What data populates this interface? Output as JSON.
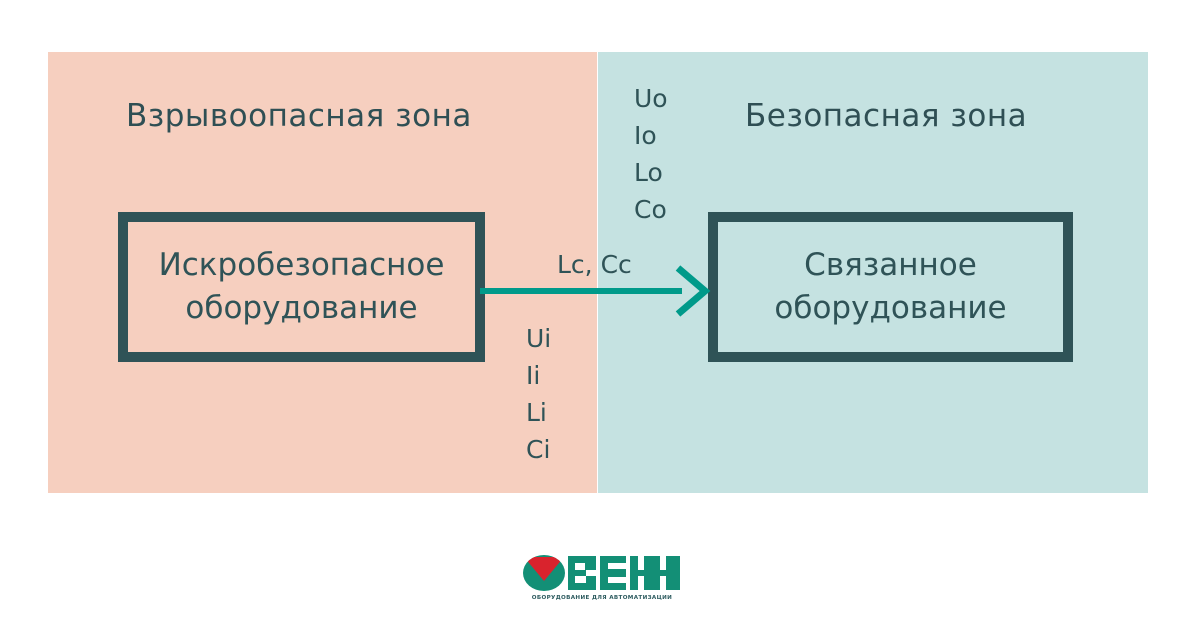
{
  "zones": {
    "hazard": {
      "title": "Взрывоопасная зона"
    },
    "safe": {
      "title": "Безопасная зона"
    }
  },
  "boxes": {
    "intrinsically_safe": {
      "line1": "Искробезопасное",
      "line2": "оборудование"
    },
    "associated": {
      "line1": "Связанное",
      "line2": "оборудование"
    }
  },
  "parameters": {
    "safe": [
      "Uo",
      "Io",
      "Lo",
      "Co"
    ],
    "hazard": [
      "Ui",
      "Ii",
      "Li",
      "Ci"
    ]
  },
  "connection": {
    "label": "Lc, Cc"
  },
  "logo": {
    "name": "ОВЕН",
    "tagline": "ОБОРУДОВАНИЕ ДЛЯ АВТОМАТИЗАЦИИ"
  },
  "colors": {
    "hazard_zone": "#f6cfbf",
    "safe_zone": "#c5e2e1",
    "box_border": "#2f5357",
    "text": "#2f5357",
    "arrow": "#009a8a",
    "logo_red": "#d9232d",
    "logo_green": "#138f76"
  }
}
